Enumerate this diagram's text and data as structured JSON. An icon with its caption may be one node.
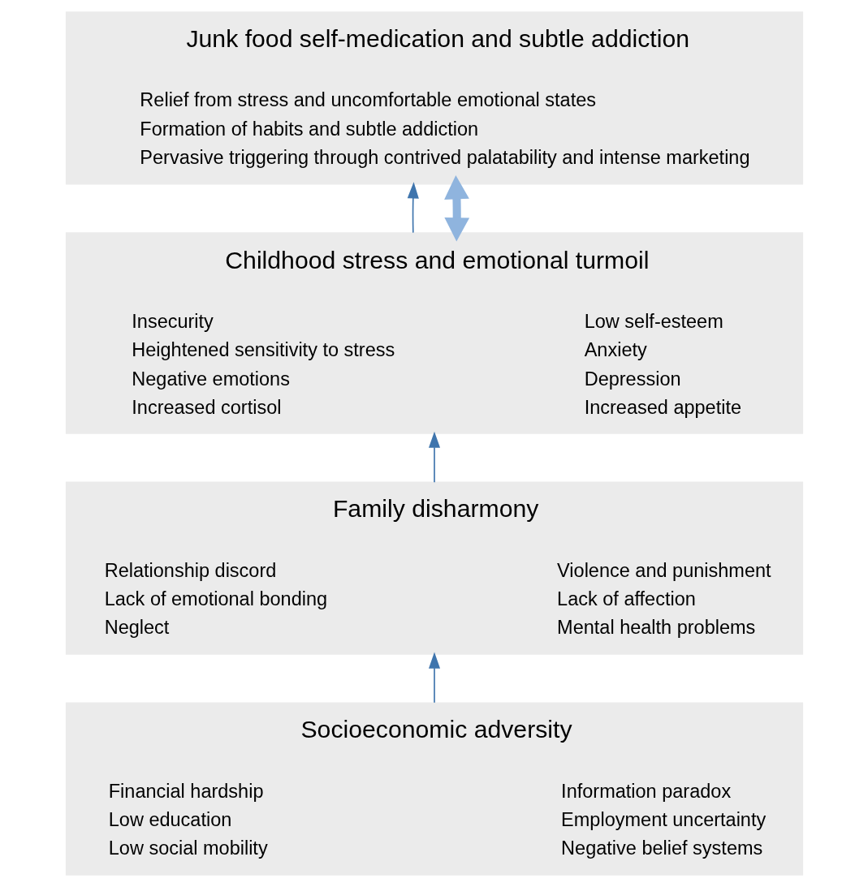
{
  "diagram": {
    "nodes": [
      {
        "text": [
          "Junk food self-medication and subtle addiction",
          "Relief from stress and uncomfortable emotional states",
          "Formation of habits and subtle addiction",
          "Pervasive triggering through contrived palatability and intense marketing"
        ]
      },
      {
        "text": [
          "Childhood stress and emotional turmoil",
          "Insecurity",
          "Heightened sensitivity to stress",
          "Negative emotions",
          "Increased cortisol",
          "Low self-esteem",
          "Anxiety",
          "Depression",
          "Increased appetite"
        ]
      },
      {
        "text": [
          "Family disharmony",
          "Relationship discord",
          "Lack of emotional bonding",
          "Neglect",
          "Violence and punishment",
          "Lack of affection",
          "Mental health problems"
        ]
      },
      {
        "text": [
          "Socioeconomic adversity",
          "Financial hardship",
          "Low education",
          "Low social mobility",
          "Information paradox",
          "Employment uncertainty",
          "Negative belief systems"
        ]
      }
    ],
    "edges": [
      {
        "from": 3,
        "to": 2,
        "arrow": "to"
      },
      {
        "from": 2,
        "to": 1,
        "arrow": "to"
      },
      {
        "from": 1,
        "to": 0,
        "arrow": "to"
      },
      {
        "from": 0,
        "to": 1,
        "arrow": "both",
        "style": "thick",
        "color": "#8fb4de"
      }
    ]
  }
}
